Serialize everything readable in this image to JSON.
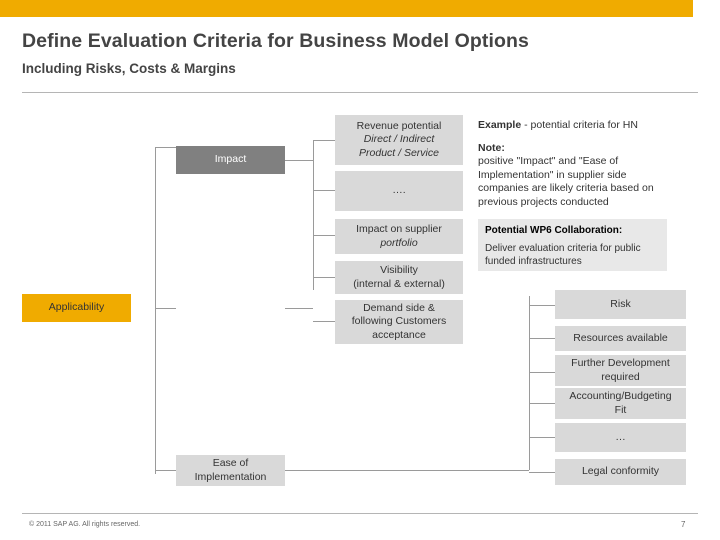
{
  "slide": {
    "title": "Define Evaluation Criteria for Business Model Options",
    "subtitle": "Including Risks, Costs & Margins",
    "footer": "© 2011 SAP AG. All rights reserved.",
    "page_number": "7",
    "accent_color": "#f0ab00"
  },
  "diagram": {
    "branches": [
      {
        "label": "Impact"
      },
      {
        "label": "Applicability"
      },
      {
        "label": "Ease of\nImplementation"
      }
    ],
    "impact_items": [
      {
        "line1": "Revenue potential",
        "line2": "Direct / Indirect",
        "line3": "Product / Service"
      },
      {
        "line1": "…."
      },
      {
        "line1": "Impact on supplier",
        "line2": "portfolio"
      }
    ],
    "applicability_items": [
      {
        "line1": "Visibility",
        "line2": "(internal & external)"
      },
      {
        "line1": "Demand side &",
        "line2": "following Customers",
        "line3": "acceptance"
      }
    ],
    "ease_items": [
      {
        "line1": "Risk"
      },
      {
        "line1": "Resources available"
      },
      {
        "line1": "Further Development",
        "line2": "required"
      },
      {
        "line1": "Accounting/Budgeting",
        "line2": "Fit"
      },
      {
        "line1": "…"
      },
      {
        "line1": "Legal conformity"
      }
    ]
  },
  "annotations": {
    "example_bold": "Example",
    "example_rest": " - potential criteria for HN",
    "note_heading": "Note:",
    "note_body": "positive \"Impact\" and \"Ease of Implementation\" in supplier side companies are likely criteria based on previous projects conducted",
    "wp6_heading": "Potential WP6 Collaboration:",
    "wp6_body": "Deliver evaluation criteria for public funded infrastructures"
  }
}
